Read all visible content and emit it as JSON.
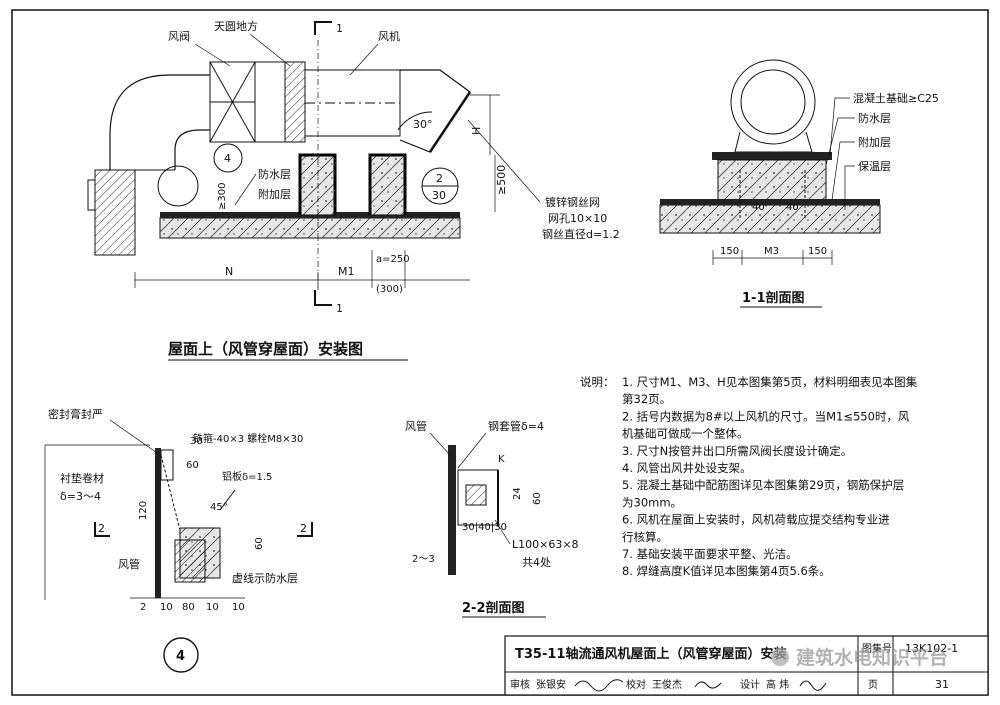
{
  "main_view": {
    "title": "屋面上（风管穿屋面）安装图",
    "section_mark": "1",
    "labels": {
      "damper": "风阀",
      "transition": "天圆地方",
      "fan": "风机",
      "waterproof": "防水层",
      "additional": "附加层",
      "mesh": "镀锌钢丝网",
      "mesh_spec1": "网孔10×10",
      "mesh_spec2": "钢丝直径d=1.2",
      "angle": "30°",
      "dim_h": "H",
      "dim_500": "≥500",
      "dim_300": "≥300",
      "dim_n": "N",
      "dim_m1": "M1",
      "dim_a": "a=250",
      "dim_a2": "(300)"
    },
    "callout_4": "4",
    "callout_2": "2",
    "callout_30": "30"
  },
  "section_1_1": {
    "title": "1-1剖面图",
    "labels": {
      "concrete": "混凝土基础≥C25",
      "waterproof": "防水层",
      "additional": "附加层",
      "insulation": "保温层",
      "d40a": "40",
      "d40b": "40",
      "d150a": "150",
      "dm3": "M3",
      "d150b": "150"
    }
  },
  "detail_4": {
    "id": "4",
    "labels": {
      "sealant": "密封膏封严",
      "liner": "衬垫卷材",
      "liner_t": "δ=3～4",
      "iron": "铁箍-40×3 螺栓M8×30",
      "alum": "铝板δ=1.5",
      "duct": "风管",
      "dashed": "虚线示防水层",
      "angle": "45°",
      "d30": "30",
      "d60": "60",
      "d120": "120",
      "d60b": "60",
      "sec": "2",
      "bottom_dims": [
        "2",
        "10",
        "80",
        "10",
        "10"
      ]
    }
  },
  "section_2_2": {
    "title": "2-2剖面图",
    "labels": {
      "duct": "风管",
      "sleeve": "钢套管δ=4",
      "k": "K",
      "d24": "24",
      "d60": "60",
      "angle_steel": "L100×63×8",
      "count": "共4处",
      "d23": "2～3",
      "bottom": "30|40|30"
    }
  },
  "notes": {
    "heading": "说明：",
    "items": [
      "1. 尺寸M1、M3、H见本图集第5页，材料明细表见本图集",
      "    第32页。",
      "2. 括号内数据为8#以上风机的尺寸。当M1≤550时，风",
      "    机基础可做成一个整体。",
      "3. 尺寸N按管井出口所需风阀长度设计确定。",
      "4. 风管出风井处设支架。",
      "5. 混凝土基础中配筋图详见本图集第29页，钢筋保护层",
      "    为30mm。",
      "6. 风机在屋面上安装时，风机荷载应提交结构专业进",
      "    行核算。",
      "7. 基础安装平面要求平整、光洁。",
      "8. 焊缝高度K值详见本图集第4页5.6条。"
    ]
  },
  "title_block": {
    "title": "T35-11轴流通风机屋面上（风管穿屋面）安装",
    "atlas_label": "图集号",
    "atlas_no": "13K102-1",
    "page_label": "页",
    "page_no": "31",
    "review": "审核",
    "reviewer": "张银安",
    "check": "校对",
    "checker": "王俊杰",
    "design": "设计",
    "designer": "高 炜"
  },
  "watermark": "建筑水电知识平台"
}
